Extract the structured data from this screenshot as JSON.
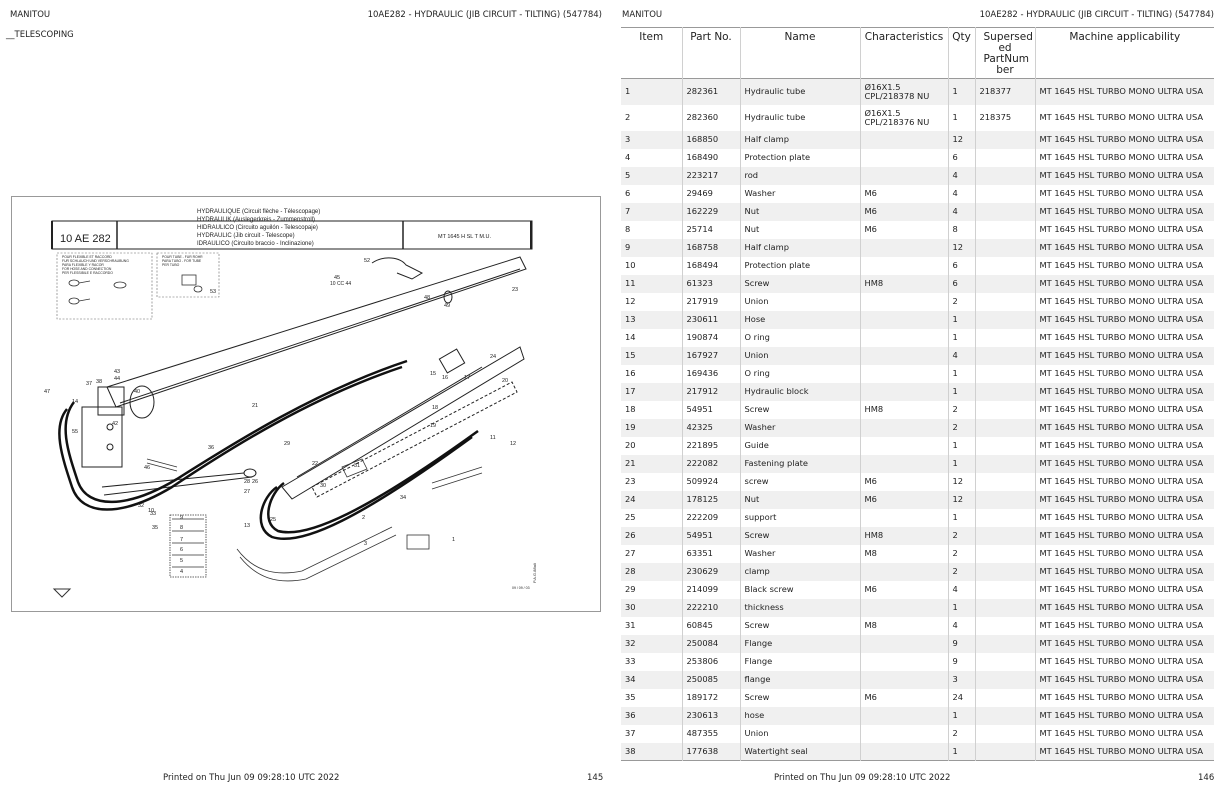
{
  "left_page": {
    "header_left": "MANITOU",
    "header_right": "10AE282 - HYDRAULIC (JIB CIRCUIT - TILTING) (547784)",
    "subtitle": "__TELESCOPING",
    "footer_printed": "Printed on  Thu Jun 09 09:28:10 UTC 2022",
    "page_number": "145",
    "diagram": {
      "code": "10 AE 282",
      "titles": [
        "HYDRAULIQUE (Circuit flèche - Télescopage)",
        "HYDRAULIK (Auslegerkreis - Zummenstroll)",
        "HIDRAULICO (Circuito aguilón - Telescopaje)",
        "HYDRAULIC (Jib circuit - Telescope)",
        "IDRAULICO (Circuito braccio - Inclinazione)"
      ],
      "model": "MT 1645 H SL T M.U.",
      "note_left": [
        "POUR FLEXIBLE ET RACCORD",
        "FUR SCHLAUCH UND VERSCHRAUBUNG",
        "PARA FLEXIBLE Y RACOR",
        "FOR HOSE AND CONNECTION",
        "PER FLESSIBILE E RACCORDO"
      ],
      "note_right": [
        "POUR TUBE - FUR ROHR",
        "PARA TUBO - FOR TUBE",
        "PER TUBO"
      ],
      "ref_label": "10 CC 44",
      "side_label": "P.A.G.88ali",
      "date_label": "09 / 09 / 03",
      "callouts": [
        "1",
        "2",
        "3",
        "4",
        "5",
        "6",
        "7",
        "8",
        "9",
        "10",
        "11",
        "12",
        "13",
        "14",
        "15",
        "16",
        "17",
        "18",
        "19",
        "20",
        "21",
        "22",
        "23",
        "24",
        "25",
        "26",
        "27",
        "28",
        "29",
        "30",
        "31",
        "32",
        "33",
        "34",
        "35",
        "36",
        "37",
        "38",
        "40",
        "42",
        "43",
        "44",
        "45",
        "46",
        "47",
        "48",
        "49",
        "52",
        "53",
        "55"
      ]
    }
  },
  "right_page": {
    "header_left": "MANITOU",
    "header_right": "10AE282 - HYDRAULIC (JIB CIRCUIT - TILTING) (547784)",
    "footer_printed": "Printed on  Thu Jun 09 09:28:10 UTC 2022",
    "page_number": "146",
    "table": {
      "headers": [
        "Item",
        "Part No.",
        "Name",
        "Characteristics",
        "Qty",
        "Supersed ed PartNum ber",
        "Machine applicability"
      ],
      "rows": [
        [
          "1",
          "282361",
          "Hydraulic tube",
          "Ø16X1.5 CPL/218378 NU",
          "1",
          "218377",
          "MT 1645 HSL TURBO MONO ULTRA USA"
        ],
        [
          "2",
          "282360",
          "Hydraulic tube",
          "Ø16X1.5 CPL/218376 NU",
          "1",
          "218375",
          "MT 1645 HSL TURBO MONO ULTRA USA"
        ],
        [
          "3",
          "168850",
          "Half clamp",
          "",
          "12",
          "",
          "MT 1645 HSL TURBO MONO ULTRA USA"
        ],
        [
          "4",
          "168490",
          "Protection plate",
          "",
          "6",
          "",
          "MT 1645 HSL TURBO MONO ULTRA USA"
        ],
        [
          "5",
          "223217",
          "rod",
          "",
          "4",
          "",
          "MT 1645 HSL TURBO MONO ULTRA USA"
        ],
        [
          "6",
          "29469",
          "Washer",
          "M6",
          "4",
          "",
          "MT 1645 HSL TURBO MONO ULTRA USA"
        ],
        [
          "7",
          "162229",
          "Nut",
          "M6",
          "4",
          "",
          "MT 1645 HSL TURBO MONO ULTRA USA"
        ],
        [
          "8",
          "25714",
          "Nut",
          "M6",
          "8",
          "",
          "MT 1645 HSL TURBO MONO ULTRA USA"
        ],
        [
          "9",
          "168758",
          "Half clamp",
          "",
          "12",
          "",
          "MT 1645 HSL TURBO MONO ULTRA USA"
        ],
        [
          "10",
          "168494",
          "Protection plate",
          "",
          "6",
          "",
          "MT 1645 HSL TURBO MONO ULTRA USA"
        ],
        [
          "11",
          "61323",
          "Screw",
          "HM8",
          "6",
          "",
          "MT 1645 HSL TURBO MONO ULTRA USA"
        ],
        [
          "12",
          "217919",
          "Union",
          "",
          "2",
          "",
          "MT 1645 HSL TURBO MONO ULTRA USA"
        ],
        [
          "13",
          "230611",
          "Hose",
          "",
          "1",
          "",
          "MT 1645 HSL TURBO MONO ULTRA USA"
        ],
        [
          "14",
          "190874",
          "O ring",
          "",
          "1",
          "",
          "MT 1645 HSL TURBO MONO ULTRA USA"
        ],
        [
          "15",
          "167927",
          "Union",
          "",
          "4",
          "",
          "MT 1645 HSL TURBO MONO ULTRA USA"
        ],
        [
          "16",
          "169436",
          "O ring",
          "",
          "1",
          "",
          "MT 1645 HSL TURBO MONO ULTRA USA"
        ],
        [
          "17",
          "217912",
          "Hydraulic block",
          "",
          "1",
          "",
          "MT 1645 HSL TURBO MONO ULTRA USA"
        ],
        [
          "18",
          "54951",
          "Screw",
          "HM8",
          "2",
          "",
          "MT 1645 HSL TURBO MONO ULTRA USA"
        ],
        [
          "19",
          "42325",
          "Washer",
          "",
          "2",
          "",
          "MT 1645 HSL TURBO MONO ULTRA USA"
        ],
        [
          "20",
          "221895",
          "Guide",
          "",
          "1",
          "",
          "MT 1645 HSL TURBO MONO ULTRA USA"
        ],
        [
          "21",
          "222082",
          "Fastening plate",
          "",
          "1",
          "",
          "MT 1645 HSL TURBO MONO ULTRA USA"
        ],
        [
          "23",
          "509924",
          "screw",
          "M6",
          "12",
          "",
          "MT 1645 HSL TURBO MONO ULTRA USA"
        ],
        [
          "24",
          "178125",
          "Nut",
          "M6",
          "12",
          "",
          "MT 1645 HSL TURBO MONO ULTRA USA"
        ],
        [
          "25",
          "222209",
          "support",
          "",
          "1",
          "",
          "MT 1645 HSL TURBO MONO ULTRA USA"
        ],
        [
          "26",
          "54951",
          "Screw",
          "HM8",
          "2",
          "",
          "MT 1645 HSL TURBO MONO ULTRA USA"
        ],
        [
          "27",
          "63351",
          "Washer",
          "M8",
          "2",
          "",
          "MT 1645 HSL TURBO MONO ULTRA USA"
        ],
        [
          "28",
          "230629",
          "clamp",
          "",
          "2",
          "",
          "MT 1645 HSL TURBO MONO ULTRA USA"
        ],
        [
          "29",
          "214099",
          "Black screw",
          "M6",
          "4",
          "",
          "MT 1645 HSL TURBO MONO ULTRA USA"
        ],
        [
          "30",
          "222210",
          "thickness",
          "",
          "1",
          "",
          "MT 1645 HSL TURBO MONO ULTRA USA"
        ],
        [
          "31",
          "60845",
          "Screw",
          "M8",
          "4",
          "",
          "MT 1645 HSL TURBO MONO ULTRA USA"
        ],
        [
          "32",
          "250084",
          "Flange",
          "",
          "9",
          "",
          "MT 1645 HSL TURBO MONO ULTRA USA"
        ],
        [
          "33",
          "253806",
          "Flange",
          "",
          "9",
          "",
          "MT 1645 HSL TURBO MONO ULTRA USA"
        ],
        [
          "34",
          "250085",
          "flange",
          "",
          "3",
          "",
          "MT 1645 HSL TURBO MONO ULTRA USA"
        ],
        [
          "35",
          "189172",
          "Screw",
          "M6",
          "24",
          "",
          "MT 1645 HSL TURBO MONO ULTRA USA"
        ],
        [
          "36",
          "230613",
          "hose",
          "",
          "1",
          "",
          "MT 1645 HSL TURBO MONO ULTRA USA"
        ],
        [
          "37",
          "487355",
          "Union",
          "",
          "2",
          "",
          "MT 1645 HSL TURBO MONO ULTRA USA"
        ],
        [
          "38",
          "177638",
          "Watertight seal",
          "",
          "1",
          "",
          "MT 1645 HSL TURBO MONO ULTRA USA"
        ]
      ]
    }
  }
}
